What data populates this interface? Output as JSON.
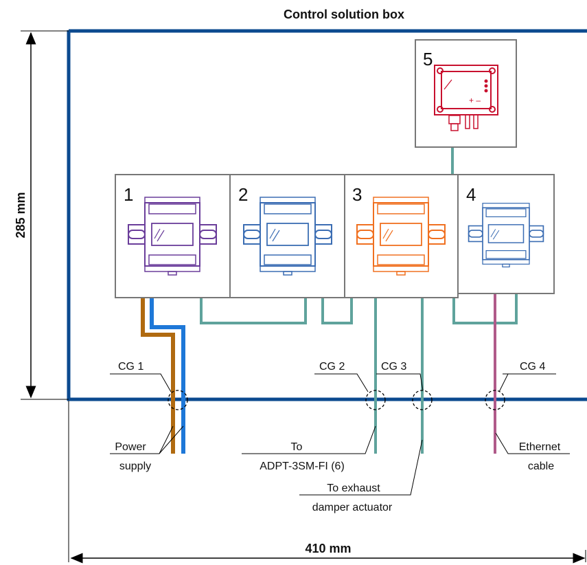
{
  "title": "Control solution box",
  "dimensions": {
    "height": "285 mm",
    "width": "410 mm"
  },
  "modules": [
    {
      "number": "1",
      "color": "#6a3d9a"
    },
    {
      "number": "2",
      "color": "#3b6db3"
    },
    {
      "number": "3",
      "color": "#f07020"
    },
    {
      "number": "4",
      "color": "#3b6db3"
    },
    {
      "number": "5",
      "color": "#c8102e"
    }
  ],
  "cable_glands": [
    "CG 1",
    "CG 2",
    "CG 3",
    "CG 4"
  ],
  "labels": {
    "power_1": "Power",
    "power_2": "supply",
    "adpt_1": "To",
    "adpt_2": "ADPT-3SM-FI (6)",
    "exhaust_1": "To exhaust",
    "exhaust_2": "damper actuator",
    "ethernet_1": "Ethernet",
    "ethernet_2": "cable"
  },
  "colors": {
    "enclosure": "#0b4a8f",
    "power_brown": "#b06a10",
    "power_blue": "#1e78d8",
    "signal": "#5fa39c",
    "ethernet": "#b05a8a",
    "module_border": "#777777"
  }
}
